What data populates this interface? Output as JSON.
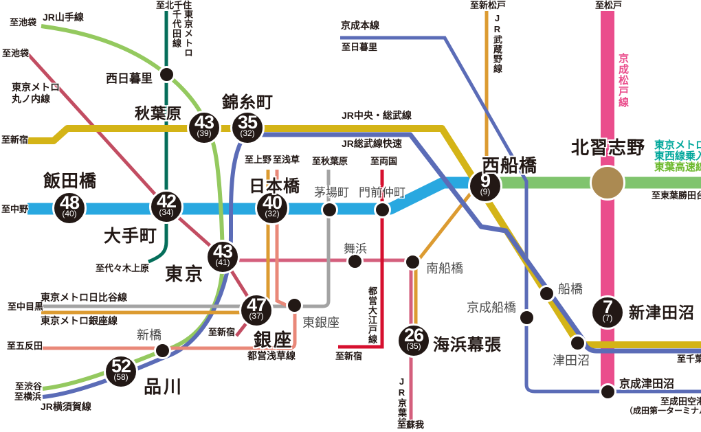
{
  "lines": {
    "yamanote": {
      "label": "JR山手線",
      "color": "#94c95f"
    },
    "marunouchi": {
      "label_line1": "東京メトロ",
      "label_line2": "丸ノ内線",
      "color": "#c24d62"
    },
    "chiyoda": {
      "label_col1": "東京メトロ",
      "label_col2": "千代田線",
      "color": "#056e5a"
    },
    "chuo_sobu": {
      "label": "JR中央・総武線",
      "color": "#d4b417"
    },
    "sobu_rapid": {
      "label": "JR総武線快速",
      "color": "#5b6cb7"
    },
    "yokosuka": {
      "label": "JR横須賀線",
      "color": "#5b6cb7"
    },
    "keisei_main": {
      "label": "京成本線",
      "color": "#5b6cb7"
    },
    "musashino": {
      "label": "JR武蔵野線",
      "color": "#dc9b31"
    },
    "keisei_matsudo": {
      "label": "京成松戸線",
      "color": "#ea4d8c",
      "label_color": "#ea4d8c"
    },
    "tozai": {
      "label_line1": "東京メトロ",
      "label_line2": "東西線乗入",
      "color": "#29a8e0",
      "label_color": "#00a79b"
    },
    "toyo": {
      "label": "東葉高速線",
      "color": "#80c46e",
      "label_color": "#6cb92d"
    },
    "hibiya": {
      "label": "東京メトロ日比谷線",
      "color": "#a3a3a3"
    },
    "ginza": {
      "label": "東京メトロ銀座線",
      "color": "#dc9b31"
    },
    "asakusa": {
      "label": "都営浅草線",
      "color": "#e98879"
    },
    "oedo": {
      "label": "都営大江戸線",
      "color": "#d60f2e"
    },
    "keiyo": {
      "label": "JR京葉線",
      "color": "#d45f7d"
    }
  },
  "edge_labels": {
    "ikebukuro_yamanote": "至池袋",
    "ikebukuro_marunouchi": "至池袋",
    "kita_senju": "至北千住",
    "shinjuku_chuo": "至新宿",
    "nippori": "至日暮里",
    "shin_matsudo": "至新松戸",
    "matsudo": "至松戸",
    "nakano": "至中野",
    "ueno": "至上野",
    "asakusa": "至浅草",
    "akihabara": "至秋葉原",
    "ryogoku": "至両国",
    "yoyogi_uehara": "至代々木上原",
    "naka_meguro": "至中目黒",
    "gotanda": "至五反田",
    "shinjuku_marunouchi": "至新宿",
    "shinjuku_oedo": "至新宿",
    "shibuya": "至渋谷",
    "yokohama": "至横浜",
    "toyo_katsutadai": "至東葉勝田台",
    "chiba": "至千葉",
    "soga": "至蘇我",
    "narita_line1": "至成田空港",
    "narita_line2": "（成田第一ターミナル）"
  },
  "stations": {
    "akihabara": {
      "name": "秋葉原",
      "time": "43",
      "local": "(39)"
    },
    "kinshicho": {
      "name": "錦糸町",
      "time": "35",
      "local": "(32)"
    },
    "iidabashi": {
      "name": "飯田橋",
      "time": "48",
      "local": "(40)"
    },
    "otemachi": {
      "name": "大手町",
      "time": "42",
      "local": "(34)"
    },
    "nihombashi": {
      "name": "日本橋",
      "time": "40",
      "local": "(32)"
    },
    "tokyo": {
      "name": "東京",
      "time": "43",
      "local": "(41)"
    },
    "ginza": {
      "name": "銀座",
      "time": "47",
      "local": "(37)"
    },
    "shinagawa": {
      "name": "品川",
      "time": "52",
      "local": "(58)"
    },
    "nishi_funabashi": {
      "name": "西船橋",
      "time": "9",
      "local": "(9)"
    },
    "kaihin_makuhari": {
      "name": "海浜幕張",
      "time": "26",
      "local": "(35)"
    },
    "shin_tsudanuma": {
      "name": "新津田沼",
      "time": "7",
      "local": "(7)"
    },
    "kita_narashino": {
      "name": "北習志野"
    },
    "nishi_nippori": {
      "name": "西日暮里"
    },
    "kayabacho": {
      "name": "茅場町"
    },
    "monzen_nakacho": {
      "name": "門前仲町"
    },
    "maihama": {
      "name": "舞浜"
    },
    "minami_funabashi": {
      "name": "南船橋"
    },
    "shimbashi": {
      "name": "新橋"
    },
    "higashi_ginza": {
      "name": "東銀座"
    },
    "keisei_funabashi": {
      "name": "京成船橋"
    },
    "funabashi": {
      "name": "船橋"
    },
    "tsudanuma": {
      "name": "津田沼"
    },
    "keisei_tsudanuma": {
      "name": "京成津田沼"
    }
  },
  "palette": {
    "station_dot": "#221815",
    "kita_narashino_circle": "#ab8a52",
    "time_circle": "#221815"
  }
}
